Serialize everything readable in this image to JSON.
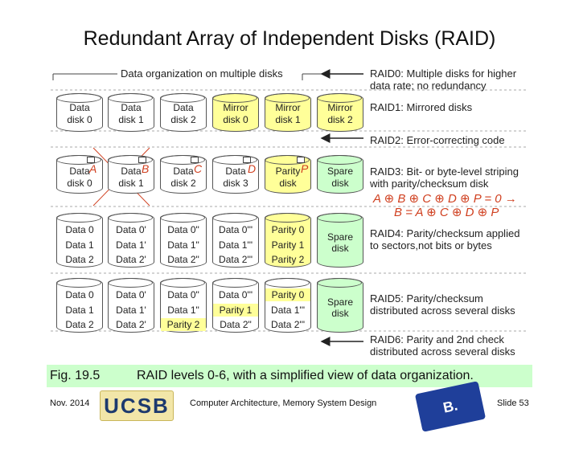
{
  "title": "Redundant Array of Independent Disks (RAID)",
  "header_label": "Data organization on multiple disks",
  "raid0": {
    "name": "RAID0",
    "desc1": ": Multiple disks for higher",
    "desc2": "data rate; no redundancy"
  },
  "raid1": {
    "name": "RAID1",
    "desc": ": Mirrored disks",
    "disks": [
      {
        "l1": "Data",
        "l2": "disk 0"
      },
      {
        "l1": "Data",
        "l2": "disk 1"
      },
      {
        "l1": "Data",
        "l2": "disk 2"
      },
      {
        "l1": "Mirror",
        "l2": "disk 0"
      },
      {
        "l1": "Mirror",
        "l2": "disk 1"
      },
      {
        "l1": "Mirror",
        "l2": "disk 2"
      }
    ]
  },
  "raid2": {
    "name": "RAID2",
    "desc": ": Error-correcting code"
  },
  "raid3": {
    "name": "RAID3",
    "desc1": ": Bit- or byte-level striping",
    "desc2": "with parity/checksum disk",
    "formula1": "A ⊕ B ⊕ C ⊕ D ⊕ P = 0 →",
    "formula2": "B = A ⊕ C ⊕ D ⊕ P",
    "disks": [
      {
        "l1": "Data",
        "l2": "disk 0",
        "mark": "A"
      },
      {
        "l1": "Data",
        "l2": "disk 1",
        "mark": "B"
      },
      {
        "l1": "Data",
        "l2": "disk 2",
        "mark": "C"
      },
      {
        "l1": "Data",
        "l2": "disk 3",
        "mark": "D"
      },
      {
        "l1": "Parity",
        "l2": "disk",
        "mark": "P"
      },
      {
        "l1": "Spare",
        "l2": "disk"
      }
    ]
  },
  "raid4": {
    "name": "RAID4",
    "desc1": ": Parity/checksum applied",
    "desc2": "to sectors,not bits or bytes",
    "cols": [
      [
        "Data 0",
        "Data 1",
        "Data 2"
      ],
      [
        "Data 0'",
        "Data 1'",
        "Data 2'"
      ],
      [
        "Data 0\"",
        "Data 1\"",
        "Data 2\""
      ],
      [
        "Data 0'\"",
        "Data 1'\"",
        "Data 2'\""
      ],
      [
        "Parity 0",
        "Parity 1",
        "Parity 2"
      ]
    ],
    "spare": [
      "Spare",
      "disk"
    ]
  },
  "raid5": {
    "name": "RAID5",
    "desc1": ": Parity/checksum",
    "desc2": "distributed across several disks",
    "cols": [
      [
        "Data 0",
        "Data 1",
        "Data 2"
      ],
      [
        "Data 0'",
        "Data 1'",
        "Data 2'"
      ],
      [
        "Data 0\"",
        "Data 1\"",
        "Parity 2"
      ],
      [
        "Data 0'\"",
        "Parity 1",
        "Data 2\""
      ],
      [
        "Parity 0",
        "Data 1'\"",
        "Data 2'\""
      ]
    ],
    "spare": [
      "Spare",
      "disk"
    ]
  },
  "raid6": {
    "name": "RAID6",
    "desc1": ": Parity and 2nd check",
    "desc2": "distributed across several disks"
  },
  "caption": {
    "fig": "Fig. 19.5",
    "text": "RAID levels 0-6, with a simplified view of data organization."
  },
  "footer": {
    "date": "Nov. 2014",
    "logo": "UCSB",
    "course": "Computer Architecture, Memory System Design",
    "author": "B. Parhami",
    "slide": "Slide 53"
  },
  "colors": {
    "mirror": "#ffff99",
    "parity": "#ffff99",
    "spare": "#ccffcc",
    "caption_bg": "#ccffcc",
    "mark_letter": "#d04020"
  }
}
